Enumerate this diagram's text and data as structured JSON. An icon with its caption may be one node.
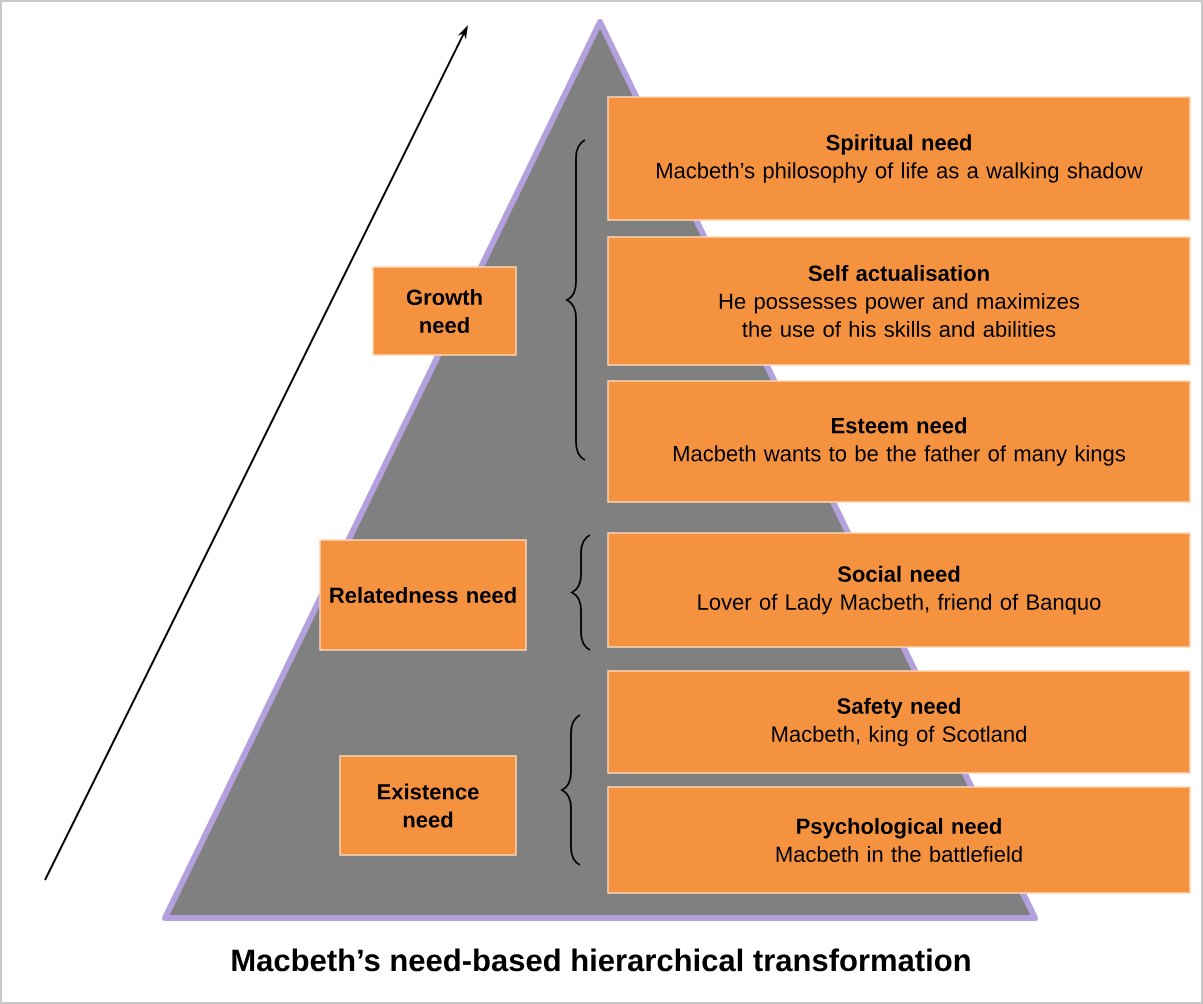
{
  "diagram": {
    "caption": "Macbeth’s need-based hierarchical transformation",
    "nodes": [
      {
        "text": [
          "Growth need"
        ]
      },
      {
        "text": [
          "Spiritual need",
          "Macbeth’s philosophy of life as a walking shadow"
        ]
      },
      {
        "text": [
          "Self actualisation",
          "He possesses power and maximizes the use of his skills and abilities"
        ]
      },
      {
        "text": [
          "Esteem need",
          "Macbeth wants to be the father of many kings"
        ]
      },
      {
        "text": [
          "Relatedness need"
        ]
      },
      {
        "text": [
          "Social need",
          "Lover of Lady Macbeth, friend of Banquo"
        ]
      },
      {
        "text": [
          "Existence need"
        ]
      },
      {
        "text": [
          "Safety need",
          "Macbeth, king of Scotland"
        ]
      },
      {
        "text": [
          "Psychological need",
          "Macbeth in the battlefield"
        ]
      }
    ]
  }
}
